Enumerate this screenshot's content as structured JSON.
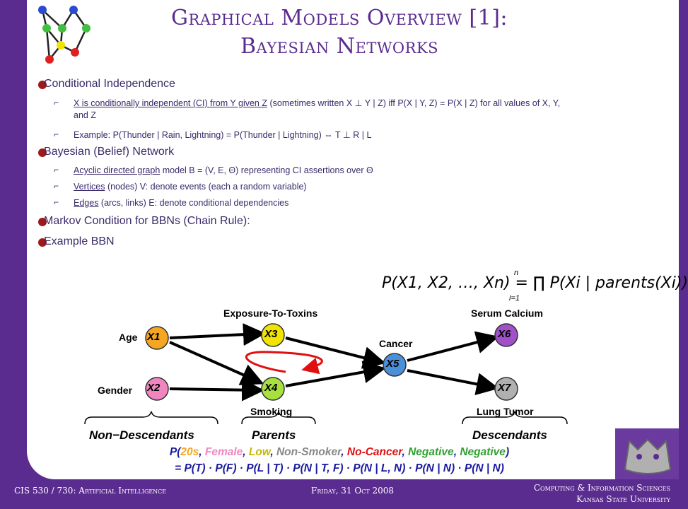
{
  "title": {
    "line1": "Graphical Models Overview [1]:",
    "line2": "Bayesian Networks"
  },
  "bullets": [
    {
      "text": "Conditional Independence"
    },
    {
      "text": "Bayesian (Belief) Network"
    },
    {
      "text": "Markov Condition for BBNs (Chain Rule):"
    },
    {
      "text": "Example BBN"
    }
  ],
  "ci": {
    "sub1a": "X is conditionally independent (CI) from Y given Z",
    "sub1b": " (sometimes written X ⊥ Y | Z) iff P(X | Y, Z) = P(X | Z) for all values of X, Y,",
    "sub1c": "and Z",
    "sub2": "Example: P(Thunder | Rain, Lightning) = P(Thunder | Lightning) ⇔ T ⊥ R | L"
  },
  "bbn": {
    "sub1a": "Acyclic directed graph",
    "sub1b": " model B = (V, E, Θ) representing CI assertions over Θ",
    "sub2a": "Vertices",
    "sub2b": " (nodes) V: denote events (each a random variable)",
    "sub3a": "Edges",
    "sub3b": " (arcs, links) E: denote conditional dependencies"
  },
  "chain_rule": "P(X1, X2, …, Xn) = ∏ P(Xi | parents(Xi))",
  "chain_rule_top": "n",
  "chain_rule_bottom": "i=1",
  "nodes": {
    "x1": {
      "label": "X1",
      "name": "Age",
      "color": "#f5a623"
    },
    "x2": {
      "label": "X2",
      "name": "Gender",
      "color": "#f086c0"
    },
    "x3": {
      "label": "X3",
      "name": "Exposure-To-Toxins",
      "color": "#f0e400"
    },
    "x4": {
      "label": "X4",
      "name": "Smoking",
      "color": "#a8e040"
    },
    "x5": {
      "label": "X5",
      "name": "Cancer",
      "color": "#4a90d9"
    },
    "x6": {
      "label": "X6",
      "name": "Serum Calcium",
      "color": "#a050c8"
    },
    "x7": {
      "label": "X7",
      "name": "Lung Tumor",
      "color": "#b0b0b0"
    }
  },
  "braces": {
    "left": "Non−Descendants",
    "middle": "Parents",
    "right": "Descendants"
  },
  "example": {
    "line1_parts": [
      "P(",
      "20s",
      ", ",
      "Female",
      ", ",
      "Low",
      ", ",
      "Non-Smoker",
      ", ",
      "No-Cancer",
      ", ",
      "Negative",
      ", ",
      "Negative",
      ")"
    ],
    "line2": "= P(T) · P(F) · P(L | T) · P(N | T, F) · P(N | L, N) · P(N | N) · P(N | N)"
  },
  "footer": {
    "left": "CIS 530 / 730: Artificial Intelligence",
    "center": "Friday, 31 Oct 2008",
    "right1": "Computing & Information Sciences",
    "right2": "Kansas State University"
  },
  "colors": {
    "accent": "#5b2c8f",
    "bullet": "#a01818",
    "formula": "#1a1aa0"
  }
}
